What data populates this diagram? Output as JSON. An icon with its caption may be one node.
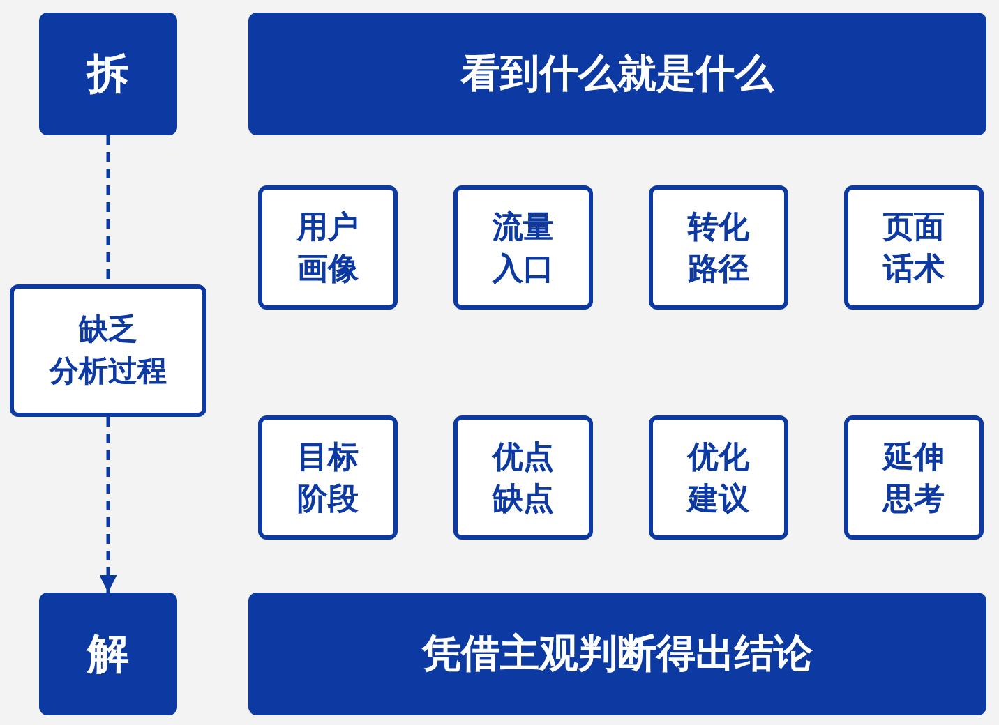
{
  "diagram": {
    "nodes": [
      {
        "text": [
          "拆"
        ]
      },
      {
        "text": [
          "看到什么就是什么"
        ]
      },
      {
        "text": [
          "缺乏分析过程"
        ]
      },
      {
        "text": [
          "用户画像"
        ]
      },
      {
        "text": [
          "流量入口"
        ]
      },
      {
        "text": [
          "转化路径"
        ]
      },
      {
        "text": [
          "页面话术"
        ]
      },
      {
        "text": [
          "目标阶段"
        ]
      },
      {
        "text": [
          "优点缺点"
        ]
      },
      {
        "text": [
          "优化建议"
        ]
      },
      {
        "text": [
          "延伸思考"
        ]
      },
      {
        "text": [
          "解"
        ]
      },
      {
        "text": [
          "凭借主观判断得出结论"
        ]
      }
    ],
    "edges": [
      {
        "from": 0,
        "to": 2,
        "arrow": "none",
        "style": "dashed"
      },
      {
        "from": 2,
        "to": 11,
        "arrow": "to",
        "style": "dashed"
      }
    ]
  }
}
